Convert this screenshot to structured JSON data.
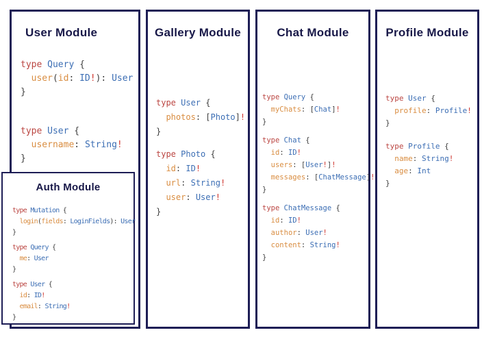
{
  "palette": {
    "border_navy": "#1d1d55",
    "title_navy": "#181848",
    "keyword_red": "#bb4642",
    "type_blue": "#3c6eb4",
    "field_orange": "#d98d41",
    "punctuation_gray": "#3f3f3f",
    "bang_red": "#cf3730"
  },
  "panels": [
    {
      "title": "User Module",
      "blocks": [
        [
          [
            [
              "k",
              "type "
            ],
            [
              "t",
              "Query "
            ],
            [
              "p",
              "{"
            ]
          ],
          [
            [
              "p",
              "  "
            ],
            [
              "f",
              "user"
            ],
            [
              "p",
              "("
            ],
            [
              "f",
              "id"
            ],
            [
              "p",
              ": "
            ],
            [
              "t",
              "ID"
            ],
            [
              "b",
              "!"
            ],
            [
              "p",
              "): "
            ],
            [
              "t",
              "User"
            ]
          ],
          [
            [
              "p",
              "}"
            ]
          ]
        ],
        [
          [
            [
              "k",
              "type "
            ],
            [
              "t",
              "User "
            ],
            [
              "p",
              "{"
            ]
          ],
          [
            [
              "p",
              "  "
            ],
            [
              "f",
              "username"
            ],
            [
              "p",
              ": "
            ],
            [
              "t",
              "String"
            ],
            [
              "b",
              "!"
            ]
          ],
          [
            [
              "p",
              "}"
            ]
          ]
        ]
      ]
    },
    {
      "title": "Gallery Module",
      "blocks": [
        [
          [
            [
              "k",
              "type "
            ],
            [
              "t",
              "User "
            ],
            [
              "p",
              "{"
            ]
          ],
          [
            [
              "p",
              "  "
            ],
            [
              "f",
              "photos"
            ],
            [
              "p",
              ": ["
            ],
            [
              "t",
              "Photo"
            ],
            [
              "p",
              "]"
            ],
            [
              "b",
              "!"
            ]
          ],
          [
            [
              "p",
              "}"
            ]
          ]
        ],
        [
          [
            [
              "k",
              "type "
            ],
            [
              "t",
              "Photo "
            ],
            [
              "p",
              "{"
            ]
          ],
          [
            [
              "p",
              "  "
            ],
            [
              "f",
              "id"
            ],
            [
              "p",
              ": "
            ],
            [
              "t",
              "ID"
            ],
            [
              "b",
              "!"
            ]
          ],
          [
            [
              "p",
              "  "
            ],
            [
              "f",
              "url"
            ],
            [
              "p",
              ": "
            ],
            [
              "t",
              "String"
            ],
            [
              "b",
              "!"
            ]
          ],
          [
            [
              "p",
              "  "
            ],
            [
              "f",
              "user"
            ],
            [
              "p",
              ": "
            ],
            [
              "t",
              "User"
            ],
            [
              "b",
              "!"
            ]
          ],
          [
            [
              "p",
              "}"
            ]
          ]
        ]
      ]
    },
    {
      "title": "Chat Module",
      "blocks": [
        [
          [
            [
              "k",
              "type "
            ],
            [
              "t",
              "Query "
            ],
            [
              "p",
              "{"
            ]
          ],
          [
            [
              "p",
              "  "
            ],
            [
              "f",
              "myChats"
            ],
            [
              "p",
              ": ["
            ],
            [
              "t",
              "Chat"
            ],
            [
              "p",
              "]"
            ],
            [
              "b",
              "!"
            ]
          ],
          [
            [
              "p",
              "}"
            ]
          ]
        ],
        [
          [
            [
              "k",
              "type "
            ],
            [
              "t",
              "Chat "
            ],
            [
              "p",
              "{"
            ]
          ],
          [
            [
              "p",
              "  "
            ],
            [
              "f",
              "id"
            ],
            [
              "p",
              ": "
            ],
            [
              "t",
              "ID"
            ],
            [
              "b",
              "!"
            ]
          ],
          [
            [
              "p",
              "  "
            ],
            [
              "f",
              "users"
            ],
            [
              "p",
              ": ["
            ],
            [
              "t",
              "User"
            ],
            [
              "b",
              "!"
            ],
            [
              "p",
              "]"
            ],
            [
              "b",
              "!"
            ]
          ],
          [
            [
              "p",
              "  "
            ],
            [
              "f",
              "messages"
            ],
            [
              "p",
              ": ["
            ],
            [
              "t",
              "ChatMessage"
            ],
            [
              "p",
              "]"
            ],
            [
              "b",
              "!"
            ]
          ],
          [
            [
              "p",
              "}"
            ]
          ]
        ],
        [
          [
            [
              "k",
              "type "
            ],
            [
              "t",
              "ChatMessage "
            ],
            [
              "p",
              "{"
            ]
          ],
          [
            [
              "p",
              "  "
            ],
            [
              "f",
              "id"
            ],
            [
              "p",
              ": "
            ],
            [
              "t",
              "ID"
            ],
            [
              "b",
              "!"
            ]
          ],
          [
            [
              "p",
              "  "
            ],
            [
              "f",
              "author"
            ],
            [
              "p",
              ": "
            ],
            [
              "t",
              "User"
            ],
            [
              "b",
              "!"
            ]
          ],
          [
            [
              "p",
              "  "
            ],
            [
              "f",
              "content"
            ],
            [
              "p",
              ": "
            ],
            [
              "t",
              "String"
            ],
            [
              "b",
              "!"
            ]
          ],
          [
            [
              "p",
              "}"
            ]
          ]
        ]
      ]
    },
    {
      "title": "Profile Module",
      "blocks": [
        [
          [
            [
              "k",
              "type "
            ],
            [
              "t",
              "User "
            ],
            [
              "p",
              "{"
            ]
          ],
          [
            [
              "p",
              "  "
            ],
            [
              "f",
              "profile"
            ],
            [
              "p",
              ": "
            ],
            [
              "t",
              "Profile"
            ],
            [
              "b",
              "!"
            ]
          ],
          [
            [
              "p",
              "}"
            ]
          ]
        ],
        [
          [
            [
              "k",
              "type "
            ],
            [
              "t",
              "Profile "
            ],
            [
              "p",
              "{"
            ]
          ],
          [
            [
              "p",
              "  "
            ],
            [
              "f",
              "name"
            ],
            [
              "p",
              ": "
            ],
            [
              "t",
              "String"
            ],
            [
              "b",
              "!"
            ]
          ],
          [
            [
              "p",
              "  "
            ],
            [
              "f",
              "age"
            ],
            [
              "p",
              ": "
            ],
            [
              "t",
              "Int"
            ]
          ],
          [
            [
              "p",
              "}"
            ]
          ]
        ]
      ]
    }
  ],
  "auth": {
    "title": "Auth Module",
    "blocks": [
      [
        [
          [
            "k",
            "type "
          ],
          [
            "t",
            "Mutation "
          ],
          [
            "p",
            "{"
          ]
        ],
        [
          [
            "p",
            "  "
          ],
          [
            "f",
            "login"
          ],
          [
            "p",
            "("
          ],
          [
            "f",
            "fields"
          ],
          [
            "p",
            ": "
          ],
          [
            "t",
            "LoginFields"
          ],
          [
            "p",
            "): "
          ],
          [
            "t",
            "User"
          ]
        ],
        [
          [
            "p",
            "}"
          ]
        ]
      ],
      [
        [
          [
            "k",
            "type "
          ],
          [
            "t",
            "Query "
          ],
          [
            "p",
            "{"
          ]
        ],
        [
          [
            "p",
            "  "
          ],
          [
            "f",
            "me"
          ],
          [
            "p",
            ": "
          ],
          [
            "t",
            "User"
          ]
        ],
        [
          [
            "p",
            "}"
          ]
        ]
      ],
      [
        [
          [
            "k",
            "type "
          ],
          [
            "t",
            "User "
          ],
          [
            "p",
            "{"
          ]
        ],
        [
          [
            "p",
            "  "
          ],
          [
            "f",
            "id"
          ],
          [
            "p",
            ": "
          ],
          [
            "t",
            "ID"
          ],
          [
            "b",
            "!"
          ]
        ],
        [
          [
            "p",
            "  "
          ],
          [
            "f",
            "email"
          ],
          [
            "p",
            ": "
          ],
          [
            "t",
            "String"
          ],
          [
            "b",
            "!"
          ]
        ],
        [
          [
            "p",
            "}"
          ]
        ]
      ]
    ]
  }
}
